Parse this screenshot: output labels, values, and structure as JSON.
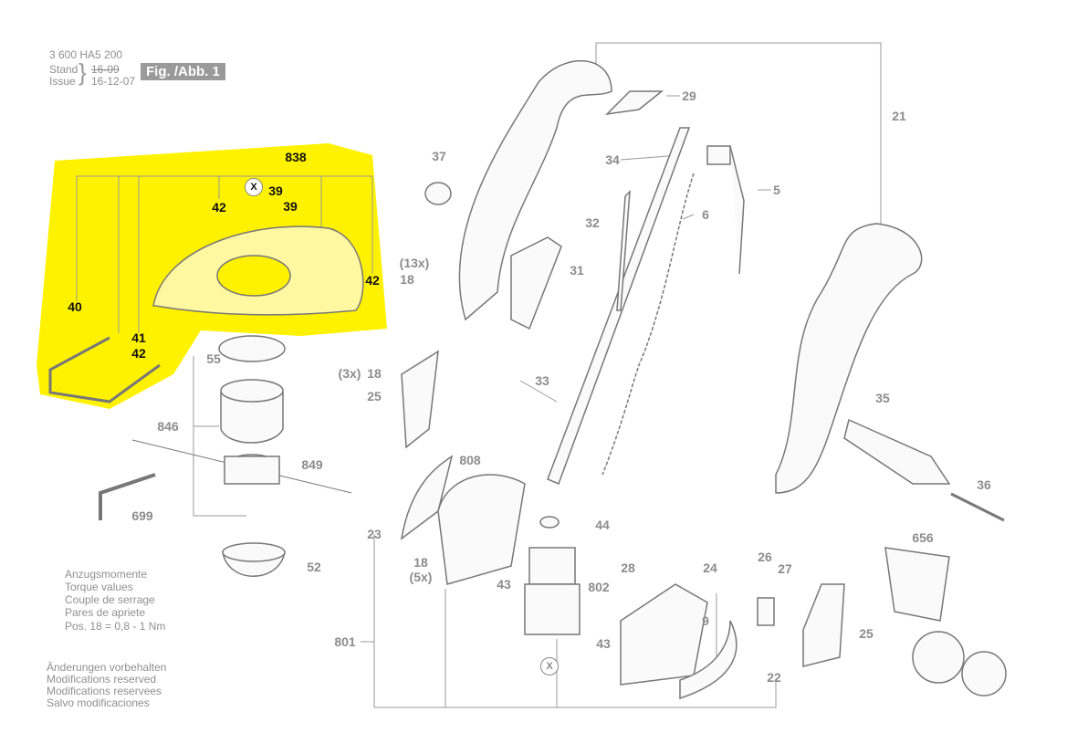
{
  "header": {
    "part_number": "3 600 HA5 200",
    "stand_label": "Stand",
    "issue_label": "Issue",
    "stand_date": "16-09",
    "issue_date": "16-12-07",
    "figure": "Fig. /Abb. 1"
  },
  "torque": {
    "lines": [
      "Anzugsmomente",
      "Torque values",
      "Couple de serrage",
      "Pares de apriete",
      "Pos.   18 = 0,8 - 1 Nm"
    ]
  },
  "notes": [
    "Änderungen vorbehalten",
    "Modifications reserved",
    "Modifications reservees",
    "Salvo modificaciones"
  ],
  "highlight_color": "#fff200",
  "parts": {
    "p838": "838",
    "p42a": "42",
    "p39a": "39",
    "p39b": "39",
    "p42b": "42",
    "p40": "40",
    "p41": "41",
    "p42c": "42",
    "x": "X",
    "p55": "55",
    "p846": "846",
    "p849": "849",
    "p699": "699",
    "p52": "52",
    "p37": "37",
    "p29": "29",
    "p21": "21",
    "p34": "34",
    "p5": "5",
    "p6": "6",
    "p32": "32",
    "p31": "31",
    "q13x": "(13x)",
    "p18a": "18",
    "q3x": "(3x)",
    "p18b": "18",
    "p25a": "25",
    "p33": "33",
    "p35": "35",
    "p36": "36",
    "p808": "808",
    "p44": "44",
    "p23": "23",
    "p18c": "18",
    "q5x": "(5x)",
    "p43a": "43",
    "p28": "28",
    "p24": "24",
    "p802": "802",
    "p26": "26",
    "p27": "27",
    "p656": "656",
    "p25b": "25",
    "p801": "801",
    "p9": "9",
    "p43b": "43",
    "p22": "22"
  }
}
